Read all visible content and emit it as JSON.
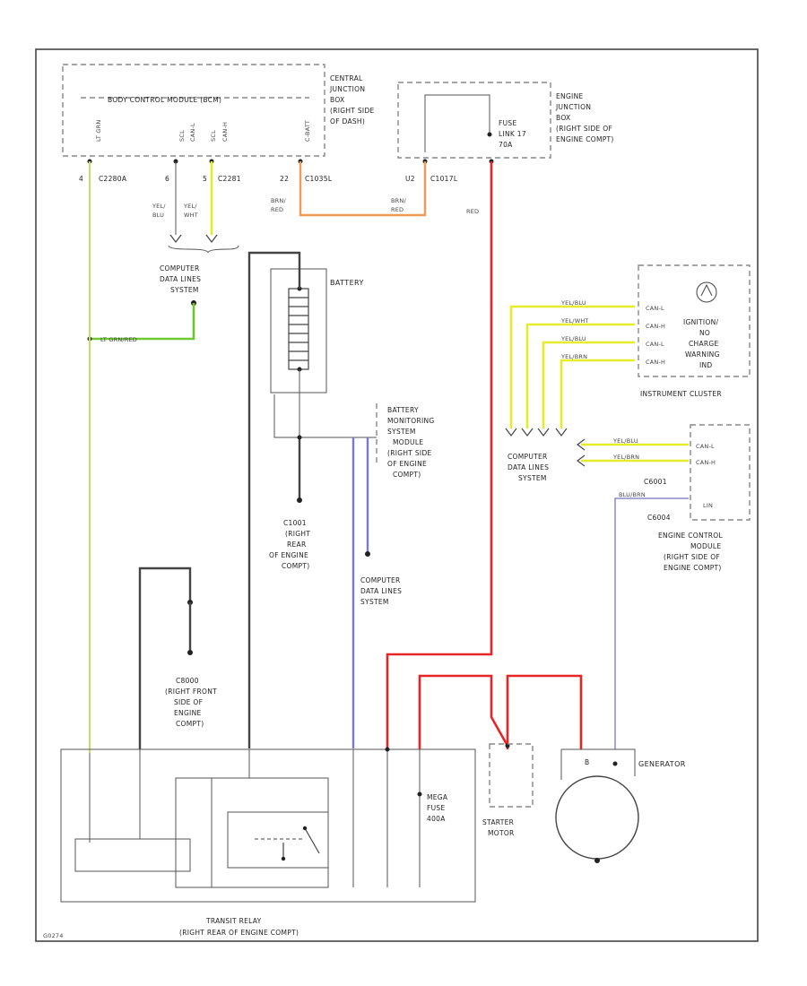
{
  "diagram": {
    "modules": {
      "bcm_title": "BODY CONTROL MODULE (BCM)",
      "bcm_pins": [
        "LT GRN",
        "SCL",
        "CAN-L",
        "SCL",
        "CAN-H",
        "C-BATT"
      ],
      "central_junction": [
        "CENTRAL",
        "JUNCTION",
        "BOX",
        "(RIGHT SIDE",
        "OF DASH)"
      ],
      "engine_junction": [
        "ENGINE",
        "JUNCTION",
        "BOX",
        "(RIGHT SIDE OF",
        "ENGINE COMPT)"
      ],
      "fuse": [
        "FUSE",
        "LINK 17",
        "70A"
      ],
      "battery": "BATTERY",
      "bms": [
        "BATTERY",
        "MONITORING",
        "SYSTEM",
        "MODULE",
        "(RIGHT SIDE",
        "OF ENGINE",
        "COMPT)"
      ],
      "ground_c1001": [
        "C1001",
        "(RIGHT",
        "REAR",
        "OF ENGINE",
        "COMPT)"
      ],
      "ground_c8000": [
        "C8000",
        "(RIGHT FRONT",
        "SIDE OF",
        "ENGINE",
        "COMPT)"
      ],
      "cdl_top": [
        "COMPUTER",
        "DATA LINES",
        "SYSTEM"
      ],
      "cdl_mid": [
        "COMPUTER",
        "DATA LINES",
        "SYSTEM"
      ],
      "cdl_right": [
        "COMPUTER",
        "DATA LINES",
        "SYSTEM"
      ],
      "cluster_title": "INSTRUMENT CLUSTER",
      "cluster_lamp": [
        "IGNITION/",
        "NO",
        "CHARGE",
        "WARNING",
        "IND"
      ],
      "cluster_pins": [
        "CAN-L",
        "CAN-H",
        "CAN-L",
        "CAN-H"
      ],
      "ecm_title": [
        "ENGINE CONTROL",
        "MODULE",
        "(RIGHT SIDE OF",
        "ENGINE COMPT)"
      ],
      "ecm_pins": [
        "CAN-L",
        "CAN-H",
        "LIN"
      ],
      "ecm_conn": [
        "C6001",
        "C6004"
      ],
      "transit_relay": [
        "TRANSIT RELAY",
        "(RIGHT REAR OF ENGINE COMPT)"
      ],
      "mega_fuse": [
        "MEGA",
        "FUSE",
        "400A"
      ],
      "starter": [
        "STARTER",
        "MOTOR"
      ],
      "generator": "GENERATOR",
      "gen_terminal": "B"
    },
    "connectors": {
      "c2280a": "C2280A",
      "c2281": "C2281",
      "c1035l": "C1035L",
      "c1017l": "C1017L",
      "pin_4": "4",
      "pin_6": "6",
      "pin_5": "5",
      "pin_22": "22",
      "pin_u2": "U2"
    },
    "wire_labels": {
      "yel_blu": [
        "YEL/",
        "BLU"
      ],
      "yel_wht": [
        "YEL/",
        "WHT"
      ],
      "brn_red_1": [
        "BRN/",
        "RED"
      ],
      "brn_red_2": [
        "BRN/",
        "RED"
      ],
      "red": "RED",
      "lt_grn_red": "LT GRN/RED",
      "cluster_w": [
        "YEL/BLU",
        "YEL/WHT",
        "YEL/BLU",
        "YEL/BRN"
      ],
      "ecm_w": [
        "YEL/BLU",
        "YEL/BRN",
        "BLU/BRN"
      ]
    },
    "footer_code": "G0274"
  },
  "colors": {
    "red": "#e82424",
    "orange": "#f09a56",
    "yellow": "#e6ec2c",
    "green": "#6ec832",
    "blue": "#7a7ad6"
  }
}
